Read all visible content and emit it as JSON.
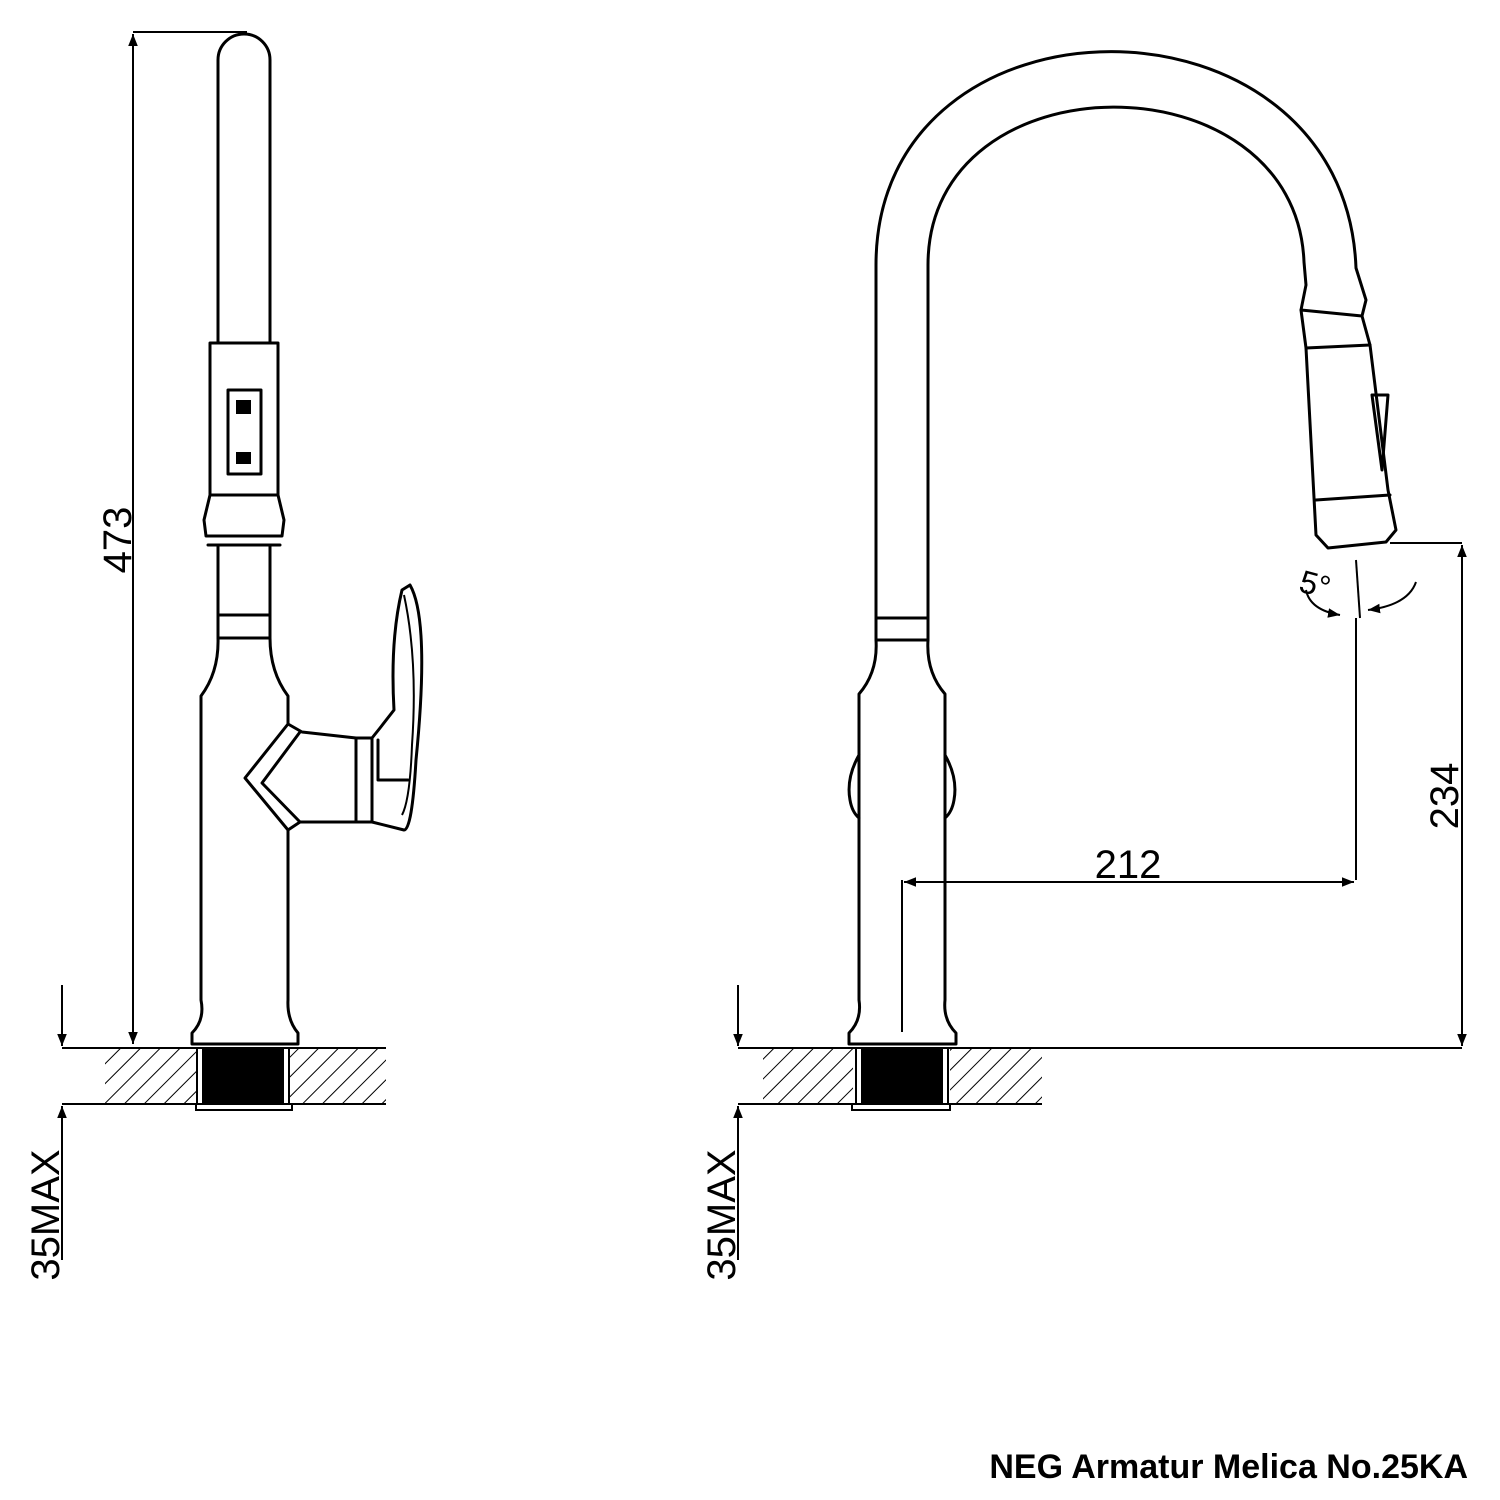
{
  "caption": "NEG Armatur Melica No.25KA",
  "dimensions": {
    "total_height": "473",
    "spout_height": "234",
    "spout_reach": "212",
    "deck_thickness_left": "35MAX",
    "deck_thickness_right": "35MAX",
    "spray_angle": "5°"
  },
  "colors": {
    "line": "#000000",
    "background": "#ffffff"
  }
}
